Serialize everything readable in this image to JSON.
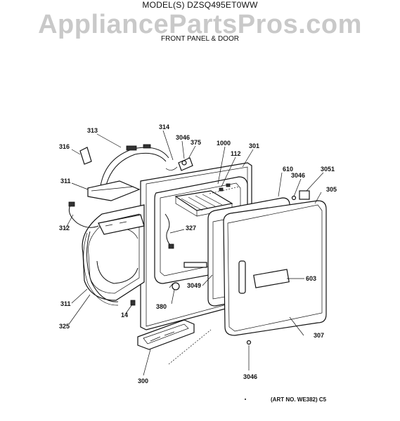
{
  "header": {
    "model": "MODEL(S) DZSQ495ET0WW",
    "watermark": "AppliancePartsPros.com",
    "subtitle": "FRONT PANEL & DOOR"
  },
  "callouts": [
    "313",
    "314",
    "3046",
    "375",
    "1000",
    "301",
    "316",
    "112",
    "311",
    "610",
    "3046",
    "3051",
    "305",
    "312",
    "327",
    "603",
    "3049",
    "311",
    "380",
    "14",
    "325",
    "307",
    "300",
    "3046"
  ],
  "footer": {
    "art_no": "(ART NO. WE382) C5"
  }
}
